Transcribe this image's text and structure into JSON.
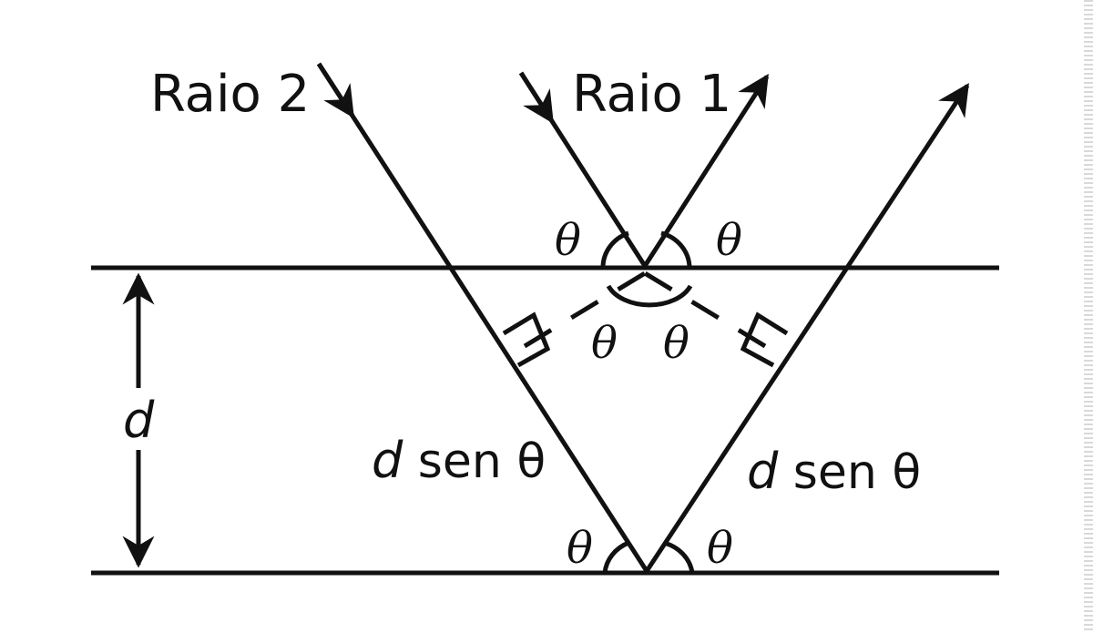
{
  "diagram": {
    "ray2_label": "Raio 2",
    "ray1_label": "Raio 1",
    "angle_symbol": "θ",
    "spacing_symbol": "d",
    "path_difference_left": {
      "var": "d",
      "text": " sen θ"
    },
    "path_difference_right": {
      "var": "d",
      "text": " sen θ"
    }
  },
  "colors": {
    "line": "#111111",
    "background": "#ffffff"
  }
}
